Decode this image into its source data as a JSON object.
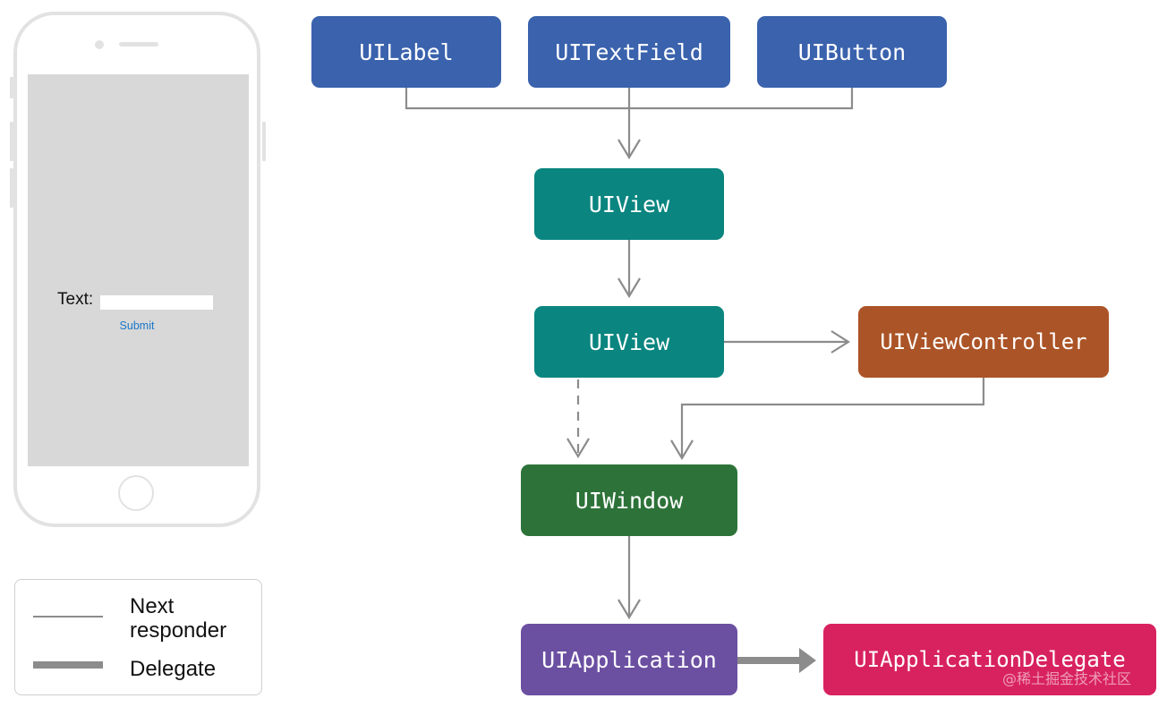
{
  "phone": {
    "text_label": "Text:",
    "submit_label": "Submit"
  },
  "legend": {
    "next_responder": "Next\nresponder",
    "delegate": "Delegate"
  },
  "nodes": {
    "uilabel": "UILabel",
    "uitextfield": "UITextField",
    "uibutton": "UIButton",
    "uiview_top": "UIView",
    "uiview_bottom": "UIView",
    "uiviewcontroller": "UIViewController",
    "uiwindow": "UIWindow",
    "uiapplication": "UIApplication",
    "uiapplicationdelegate": "UIApplicationDelegate"
  },
  "watermark": "@稀土掘金技术社区",
  "colors": {
    "control_blue": "#3a62ad",
    "view_teal": "#0a8580",
    "controller_orange": "#ab5427",
    "window_green": "#2d7339",
    "application_purple": "#6b4fa1",
    "delegate_pink": "#d8225f",
    "arrow_gray": "#8c8c8c"
  }
}
